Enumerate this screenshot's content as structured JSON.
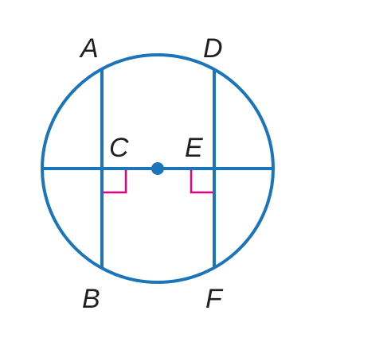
{
  "diagram": {
    "colors": {
      "line": "#1a75bb",
      "right_angle": "#e6007e",
      "label": "#231f20",
      "background": "#ffffff"
    },
    "labels": {
      "A": "A",
      "B": "B",
      "C": "C",
      "D": "D",
      "E": "E",
      "F": "F"
    }
  }
}
